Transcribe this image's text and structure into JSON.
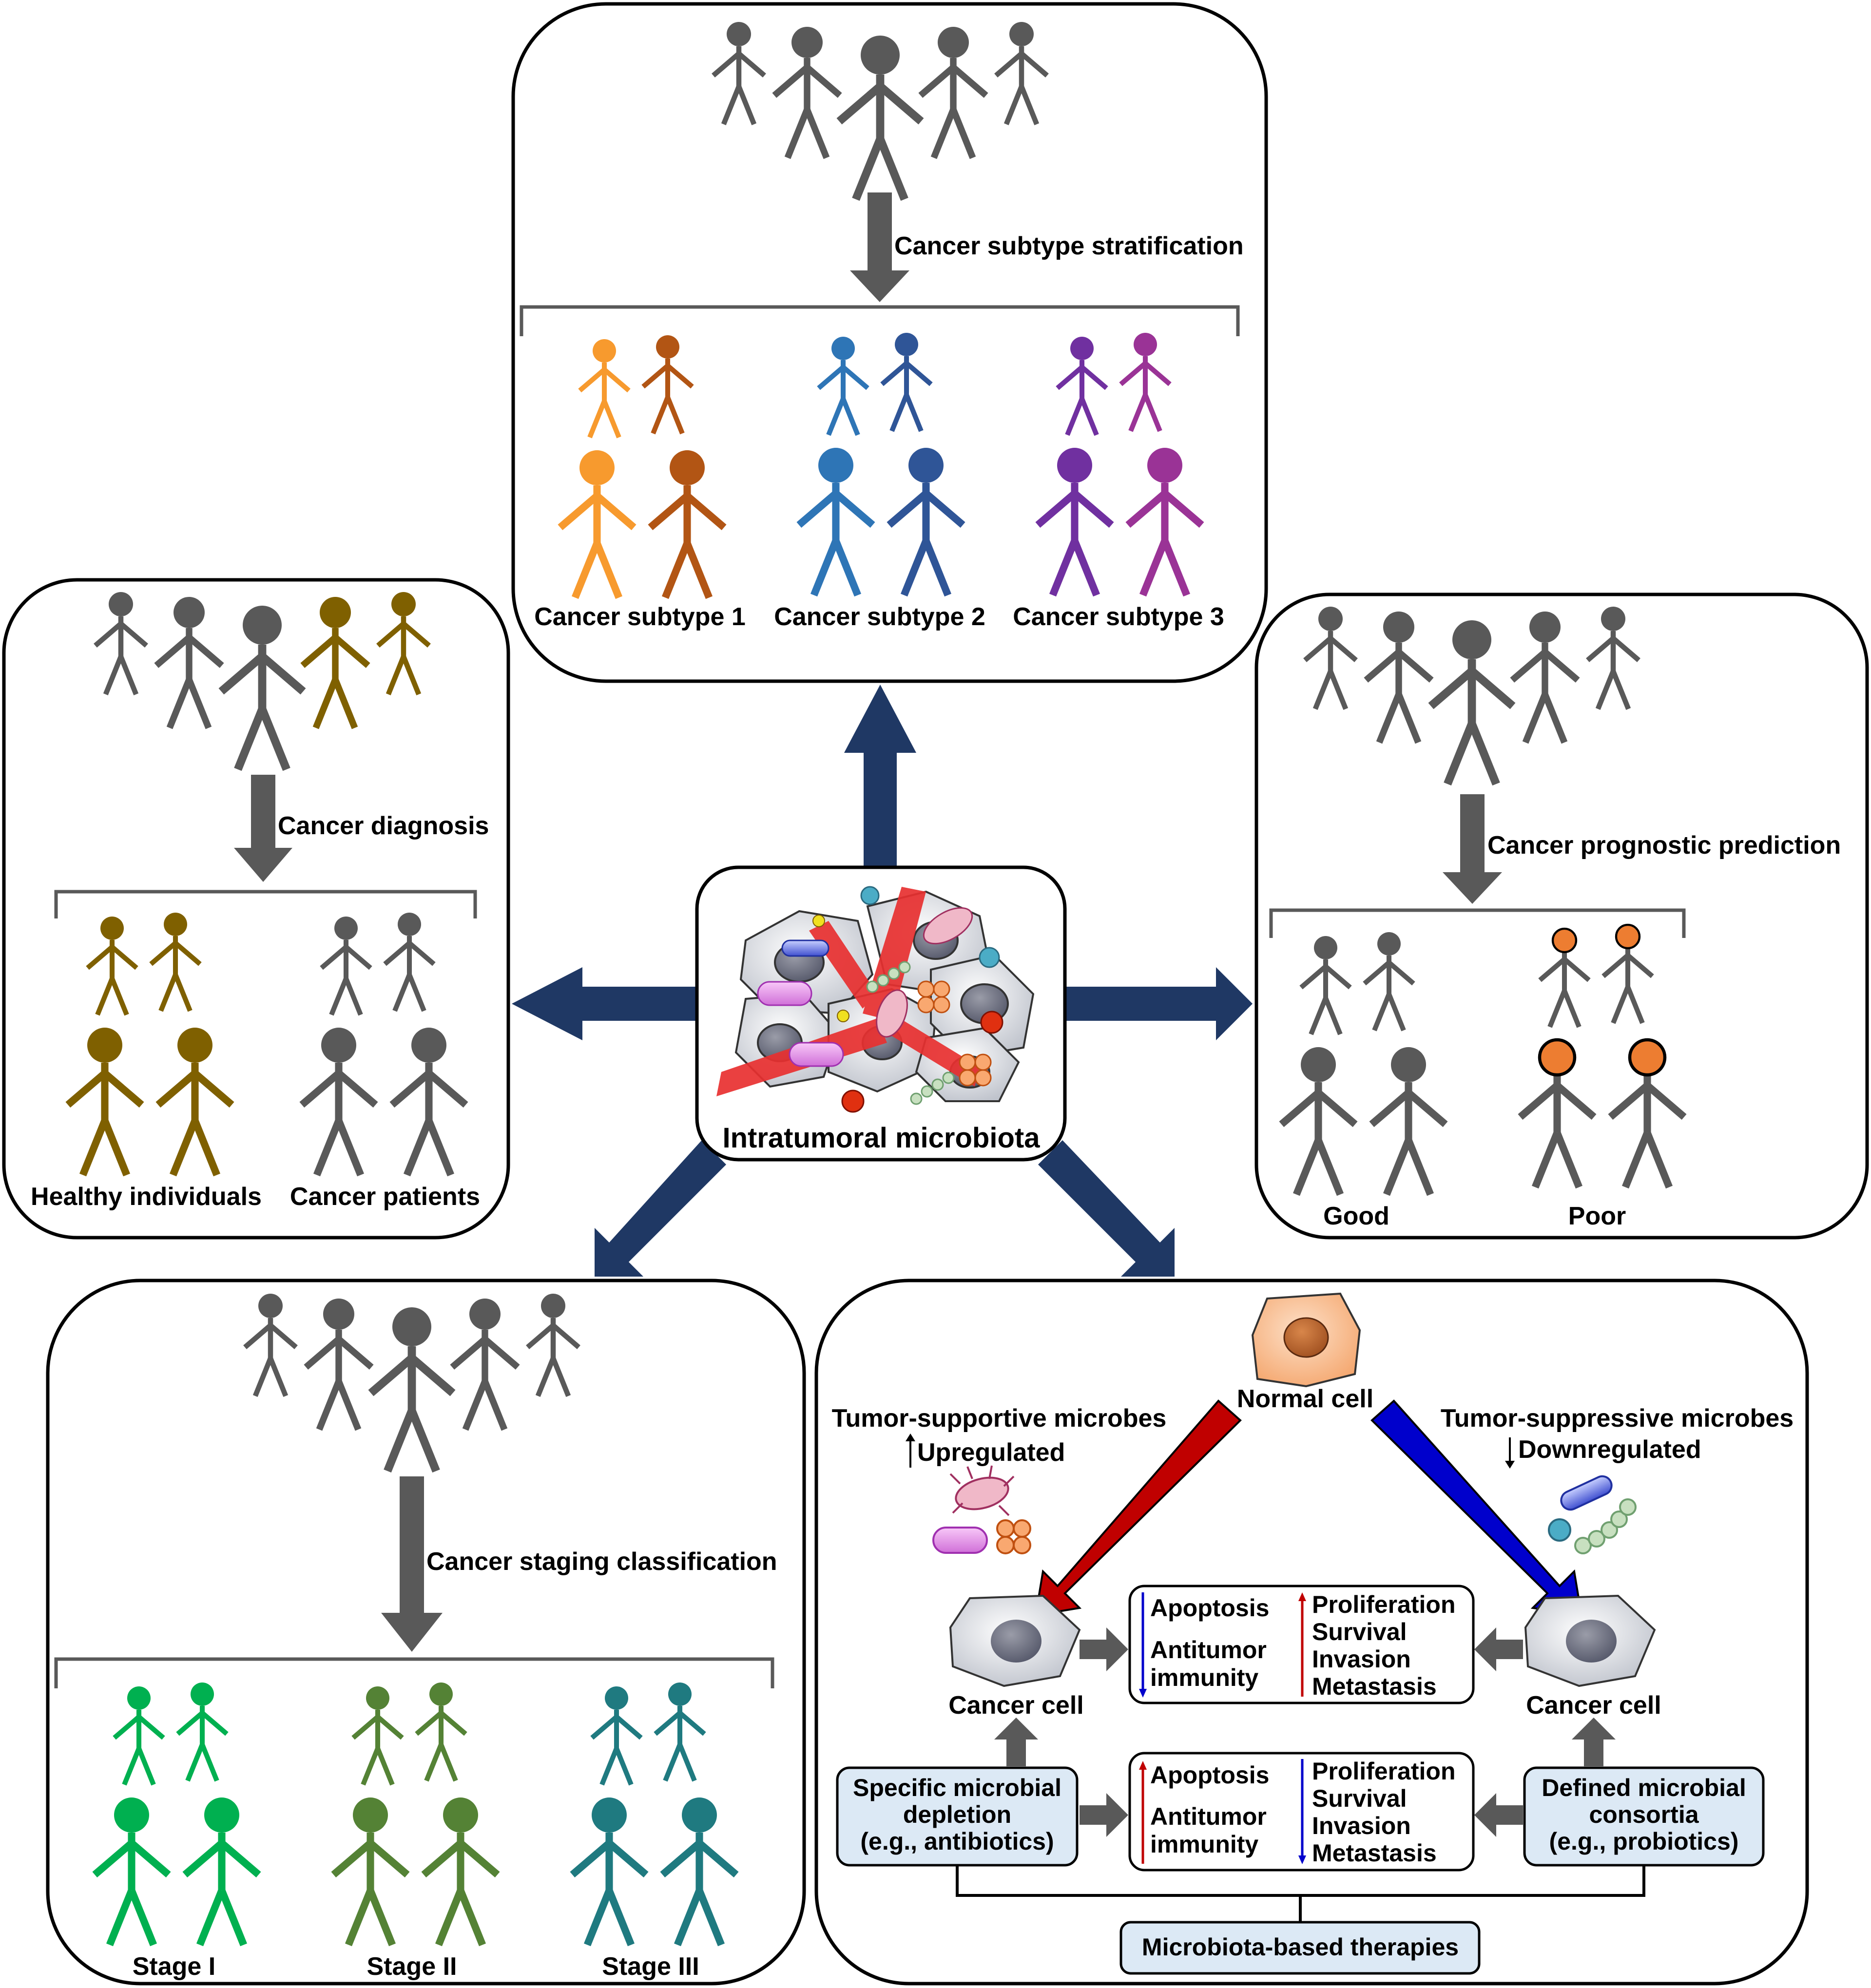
{
  "center": {
    "label": "Intratumoral microbiota"
  },
  "panels": {
    "subtype": {
      "arrow_label": "Cancer subtype stratification",
      "groups": [
        "Cancer subtype 1",
        "Cancer subtype 2",
        "Cancer subtype 3"
      ]
    },
    "diagnosis": {
      "arrow_label": "Cancer diagnosis",
      "groups": [
        "Healthy individuals",
        "Cancer patients"
      ]
    },
    "prognosis": {
      "arrow_label": "Cancer prognostic prediction",
      "groups": [
        "Good",
        "Poor"
      ]
    },
    "staging": {
      "arrow_label": "Cancer staging classification",
      "groups": [
        "Stage I",
        "Stage II",
        "Stage III"
      ]
    },
    "therapy": {
      "normal_cell": "Normal cell",
      "supportive": "Tumor-supportive microbes",
      "upregulated": "Upregulated",
      "suppressive": "Tumor-suppressive microbes",
      "downregulated": "Downregulated",
      "cancer_cell": "Cancer cell",
      "box_left": [
        "Apoptosis",
        "Antitumor",
        "immunity"
      ],
      "box_right": [
        "Proliferation",
        "Survival",
        "Invasion",
        "Metastasis"
      ],
      "depletion": [
        "Specific microbial",
        "depletion",
        "(e.g., antibiotics)"
      ],
      "consortia": [
        "Defined microbial",
        "consortia",
        "(e.g., probiotics)"
      ],
      "therapies": "Microbiota-based therapies"
    }
  },
  "colors": {
    "gray_figure": "#595959",
    "navy_arrow": "#1f3864",
    "subtype1": [
      "#f79a2e",
      "#b25514"
    ],
    "subtype2": [
      "#2e75b6",
      "#2f5597"
    ],
    "subtype3": [
      "#7030a0",
      "#9a3396"
    ],
    "healthy": "#7f6000",
    "poor_head": "#ed7d31",
    "stage1": "#00b050",
    "stage2": "#548235",
    "stage3": "#1f7a80",
    "up_arrow": "#c00000",
    "down_arrow": "#0000cc"
  }
}
